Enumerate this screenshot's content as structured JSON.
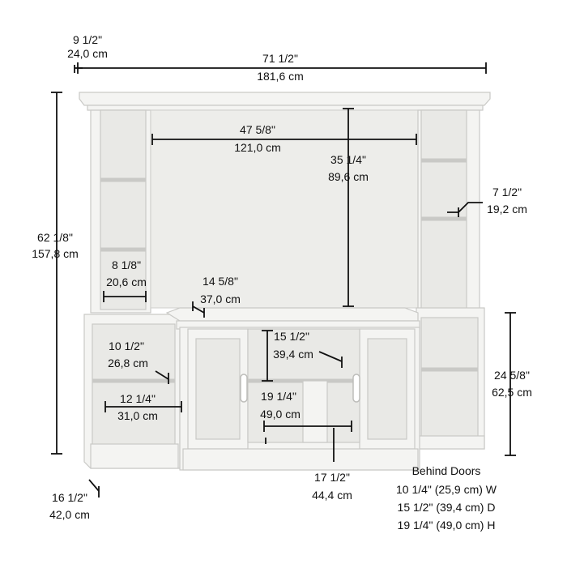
{
  "dimensions": {
    "depth_top": {
      "in": "9 1/2\"",
      "cm": "24,0 cm"
    },
    "width_overall": {
      "in": "71 1/2\"",
      "cm": "181,6 cm"
    },
    "height_overall": {
      "in": "62 1/8\"",
      "cm": "157,8 cm"
    },
    "tv_opening_w": {
      "in": "47 5/8\"",
      "cm": "121,0 cm"
    },
    "tv_opening_h": {
      "in": "35 1/4\"",
      "cm": "89,6 cm"
    },
    "side_shelf_depth": {
      "in": "7 1/2\"",
      "cm": "19,2 cm"
    },
    "left_shelf_w": {
      "in": "8 1/8\"",
      "cm": "20,6 cm"
    },
    "top_surface_depth": {
      "in": "14 5/8\"",
      "cm": "37,0 cm"
    },
    "lower_shelf_depth": {
      "in": "10 1/2\"",
      "cm": "26,8 cm"
    },
    "lower_shelf_w": {
      "in": "12 1/4\"",
      "cm": "31,0 cm"
    },
    "center_depth": {
      "in": "15 1/2\"",
      "cm": "39,4 cm"
    },
    "center_height": {
      "in": "19 1/4\"",
      "cm": "49,0 cm"
    },
    "base_height": {
      "in": "24 5/8\"",
      "cm": "62,5 cm"
    },
    "base_depth": {
      "in": "16 1/2\"",
      "cm": "42,0 cm"
    },
    "center_width": {
      "in": "17 1/2\"",
      "cm": "44,4 cm"
    }
  },
  "behind_doors": {
    "title": "Behind Doors",
    "lines": [
      "10 1/4\" (25,9 cm) W",
      "15 1/2\" (39,4 cm) D",
      "19 1/4\" (49,0 cm) H"
    ]
  },
  "colors": {
    "furniture_fill": "#f4f4f2",
    "furniture_edge": "#c9c9c6",
    "dimension_lines": "#111111"
  }
}
